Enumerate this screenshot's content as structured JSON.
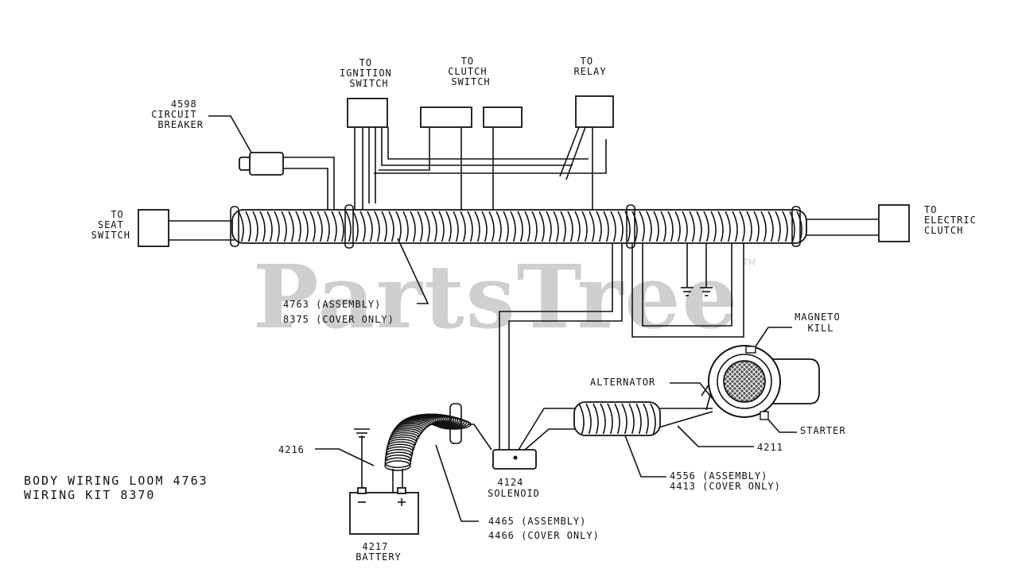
{
  "watermark": {
    "text": "PartsTree",
    "trademark": "TM"
  },
  "labels": {
    "ignition": [
      "TO",
      "IGNITION",
      "SWITCH"
    ],
    "clutch_switch": [
      "TO",
      "CLUTCH",
      "SWITCH"
    ],
    "relay": [
      "TO",
      "RELAY"
    ],
    "breaker": [
      "4598",
      "CIRCUIT",
      "BREAKER"
    ],
    "seat_switch": [
      "TO",
      "SEAT",
      "SWITCH"
    ],
    "electric_clutch": [
      "TO",
      "ELECTRIC",
      "CLUTCH"
    ],
    "main_loom": [
      "4763 (ASSEMBLY)",
      "8375 (COVER ONLY)"
    ],
    "magneto": [
      "MAGNETO",
      "KILL"
    ],
    "alternator": "ALTERNATOR",
    "starter": "STARTER",
    "wire_4211": "4211",
    "loom_4556": [
      "4556 (ASSEMBLY)",
      "4413 (COVER ONLY)"
    ],
    "solenoid": [
      "4124",
      "SOLENOID"
    ],
    "loom_4465": [
      "4465 (ASSEMBLY)",
      "4466 (COVER ONLY)"
    ],
    "cable_4216": "4216",
    "battery": [
      "4217",
      "BATTERY"
    ],
    "title": [
      "BODY WIRING LOOM 4763",
      "WIRING KIT 8370"
    ]
  }
}
